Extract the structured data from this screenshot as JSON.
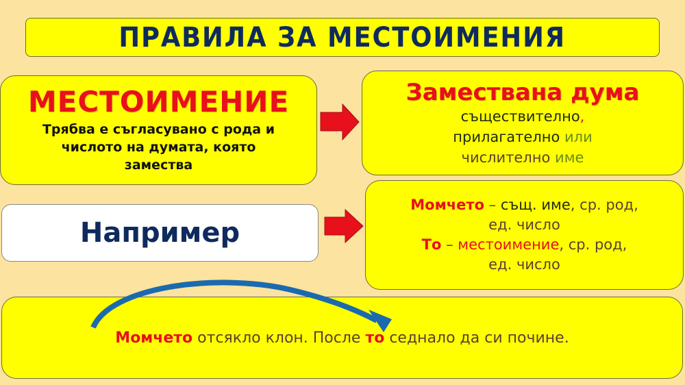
{
  "title": "ПРАВИЛА ЗА МЕСТОИМЕНИЯ",
  "pronoun_box": {
    "heading": "МЕСТОИМЕНИЕ",
    "description_line1": "Трябва е съгласувано с рода и",
    "description_line2": "числото на думата, която",
    "description_line3": "замества"
  },
  "replaced_box": {
    "heading": "Замествана дума",
    "word_noun": "съществително",
    "comma": ",",
    "word_adjective": "прилагателно",
    "word_or": "или",
    "word_numeral": "числително",
    "word_name": "име"
  },
  "example_label": "Например",
  "example_box": {
    "line1_word": "Момчето",
    "line1_dash": " – ",
    "line1_rest_dark": "същ. име",
    "line1_rest": ", ср. род,",
    "line2": "ед. число",
    "line3_word": "То",
    "line3_dash": " – ",
    "line3_pronoun": "местоимение",
    "line3_rest": ", ср. род,",
    "line4": "ед. число"
  },
  "sentence": {
    "word1": "Момчето",
    "part1": " отсякло клон. После ",
    "word2": "то",
    "part2": " седнало да си почине."
  },
  "colors": {
    "background": "#FCE3A0",
    "box_yellow": "#FFFF00",
    "title_navy": "#0E2A5E",
    "accent_red": "#E8101A",
    "arc_blue": "#1B6AAE"
  }
}
